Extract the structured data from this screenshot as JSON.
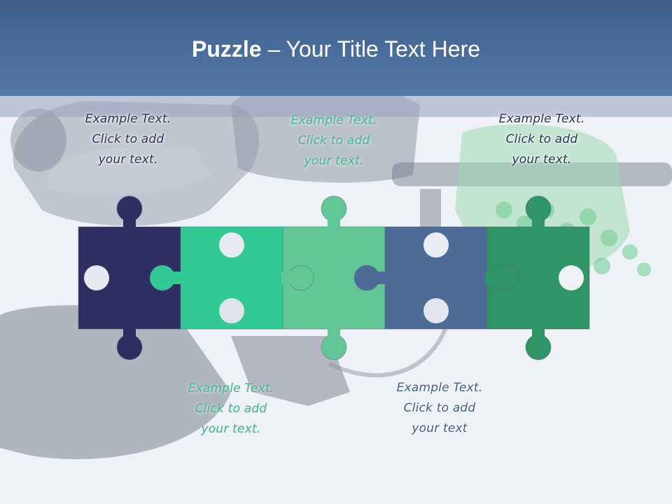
{
  "slide": {
    "title_bold": "Puzzle",
    "title_rest": " – Your Title Text Here"
  },
  "captions": {
    "top_1": [
      "Example Text.",
      "Click  to add",
      "your text."
    ],
    "top_3": [
      "Example Text.",
      "Click  to add",
      "your text."
    ],
    "top_5": [
      "Example Text.",
      "Click  to add",
      "your text."
    ],
    "bottom_2": [
      "Example Text.",
      "Click  to add",
      "your text."
    ],
    "bottom_4": [
      "Example Text.",
      "Click  to add",
      "your text"
    ]
  },
  "colors": {
    "header": "#4a6d9b",
    "piece_1": "#2f2e63",
    "piece_2": "#33c995",
    "piece_3": "#62c796",
    "piece_4": "#4c6b97",
    "piece_5": "#2f9466"
  }
}
